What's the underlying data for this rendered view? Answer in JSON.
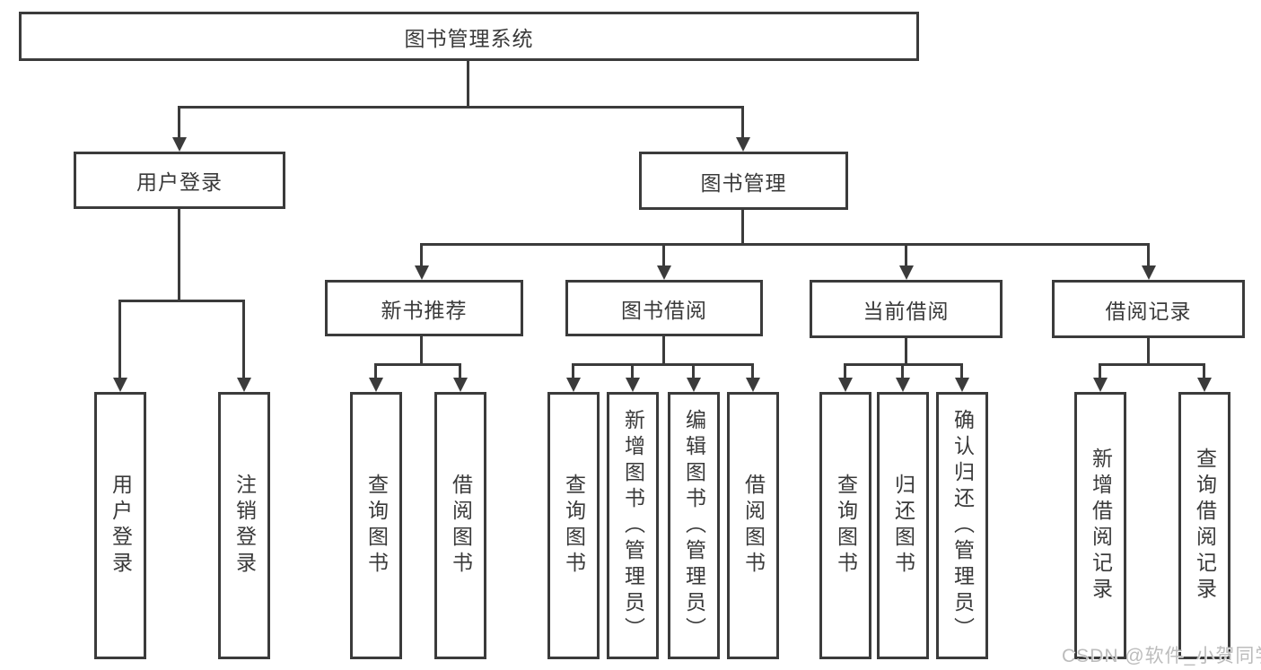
{
  "diagram": {
    "root": "图书管理系统",
    "user_branch": {
      "label": "用户登录",
      "children": [
        "用户登录",
        "注销登录"
      ]
    },
    "book_branch": {
      "label": "图书管理",
      "groups": [
        {
          "label": "新书推荐",
          "children": [
            "查询图书",
            "借阅图书"
          ]
        },
        {
          "label": "图书借阅",
          "children": [
            "查询图书",
            "新增图书（管理员）",
            "编辑图书（管理员）",
            "借阅图书"
          ]
        },
        {
          "label": "当前借阅",
          "children": [
            "查询图书",
            "归还图书",
            "确认归还（管理员）"
          ]
        },
        {
          "label": "借阅记录",
          "children": [
            "新增借阅记录",
            "查询借阅记录"
          ]
        }
      ]
    },
    "watermark": "CSDN @软件_小贺同学"
  }
}
